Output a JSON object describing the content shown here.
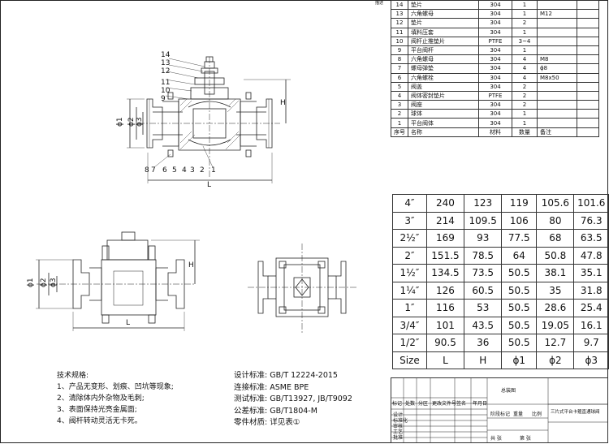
{
  "corner_label": "描述",
  "parts": {
    "rows": [
      {
        "no": "14",
        "name": "垫片",
        "material": "304",
        "qty": "1",
        "remark": ""
      },
      {
        "no": "13",
        "name": "六角螺母",
        "material": "304",
        "qty": "1",
        "remark": "M12"
      },
      {
        "no": "12",
        "name": "垫片",
        "material": "304",
        "qty": "2",
        "remark": ""
      },
      {
        "no": "11",
        "name": "填料压套",
        "material": "304",
        "qty": "1",
        "remark": ""
      },
      {
        "no": "10",
        "name": "阀杆止推垫片",
        "material": "PTFE",
        "qty": "3~4",
        "remark": ""
      },
      {
        "no": "9",
        "name": "平台阀杆",
        "material": "304",
        "qty": "1",
        "remark": ""
      },
      {
        "no": "8",
        "name": "六角螺母",
        "material": "304",
        "qty": "4",
        "remark": "M8"
      },
      {
        "no": "7",
        "name": "螺母弹垫",
        "material": "304",
        "qty": "4",
        "remark": "ɸ8"
      },
      {
        "no": "6",
        "name": "六角螺栓",
        "material": "304",
        "qty": "4",
        "remark": "M8x50"
      },
      {
        "no": "5",
        "name": "阀盖",
        "material": "304",
        "qty": "2",
        "remark": ""
      },
      {
        "no": "4",
        "name": "阀体密封垫片",
        "material": "PTFE",
        "qty": "2",
        "remark": ""
      },
      {
        "no": "3",
        "name": "阀座",
        "material": "304",
        "qty": "2",
        "remark": ""
      },
      {
        "no": "2",
        "name": "球体",
        "material": "304",
        "qty": "1",
        "remark": ""
      },
      {
        "no": "1",
        "name": "平台阀体",
        "material": "304",
        "qty": "1",
        "remark": ""
      }
    ],
    "header": {
      "no": "序号",
      "name": "名称",
      "material": "材料",
      "qty": "数量",
      "remark": "备注"
    }
  },
  "dimensions": {
    "header": [
      "Size",
      "L",
      "H",
      "ɸ1",
      "ɸ2",
      "ɸ3"
    ],
    "rows": [
      [
        "4″",
        "240",
        "123",
        "119",
        "105.6",
        "101.6"
      ],
      [
        "3″",
        "214",
        "109.5",
        "106",
        "80",
        "76.3"
      ],
      [
        "2½″",
        "169",
        "93",
        "77.5",
        "68",
        "63.5"
      ],
      [
        "2″",
        "151.5",
        "78.5",
        "64",
        "50.8",
        "47.8"
      ],
      [
        "1½″",
        "134.5",
        "73.5",
        "50.5",
        "38.1",
        "35.1"
      ],
      [
        "1¼″",
        "126",
        "60.5",
        "50.5",
        "35",
        "31.8"
      ],
      [
        "1″",
        "116",
        "53",
        "50.5",
        "28.6",
        "25.4"
      ],
      [
        "3/4″",
        "101",
        "43.5",
        "50.5",
        "19.05",
        "16.1"
      ],
      [
        "1/2″",
        "90.5",
        "36",
        "50.5",
        "12.7",
        "9.7"
      ]
    ]
  },
  "drawing_labels": {
    "phi1": "ɸ1",
    "phi2": "ɸ2",
    "phi3": "ɸ3",
    "H": "H",
    "L": "L",
    "balloons_top": [
      "14",
      "13",
      "12",
      "11",
      "10",
      "9"
    ],
    "balloons_bottom": [
      "8",
      "7",
      "6",
      "5",
      "4",
      "3",
      "2",
      "1"
    ]
  },
  "notes": {
    "title": "技术规格:",
    "items": [
      "1、产品无变形、划痕、凹坑等现象;",
      "2、清除体内外杂物及毛刺;",
      "3、表面保持光亮金属面;",
      "4、阀杆转动灵活无卡死。"
    ]
  },
  "standards": [
    {
      "k": "设计标准:",
      "v": "GB/T 12224-2015"
    },
    {
      "k": "连接标准:",
      "v": "ASME BPE"
    },
    {
      "k": "测试标准:",
      "v": "GB/T13927, JB/T9092"
    },
    {
      "k": "公差标准:",
      "v": "GB/T1804-M"
    },
    {
      "k": "零件材质:",
      "v": "详见表①"
    }
  ],
  "title_block": {
    "drawing_title": "三片式平台卡箍直通球阀",
    "sub_label": "总装图",
    "row_labels": [
      "设计",
      "审核",
      "工艺",
      "标准化",
      "批准"
    ],
    "top_labels": [
      "标记",
      "处数",
      "分区",
      "更改文件号",
      "签名",
      "年月日"
    ],
    "right_labels": [
      "阶段标记",
      "重量",
      "比例",
      "共 张",
      "第 张"
    ]
  }
}
